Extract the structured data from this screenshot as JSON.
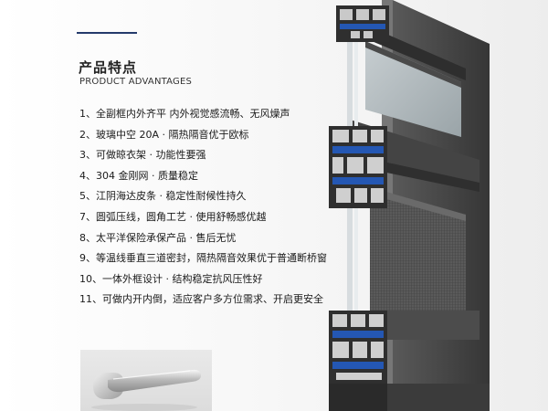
{
  "section": {
    "title_cn": "产品特点",
    "title_en": "PRODUCT ADVANTAGES"
  },
  "features": [
    "1、全副框内外齐平 内外视觉感流畅、无风燥声",
    "2、玻璃中空 20A · 隔热隔音优于欧标",
    "3、可做晾衣架 · 功能性要强",
    "4、304 金刚网 · 质量稳定",
    "5、江阴海达皮条 · 稳定性耐候性持久",
    "7、圆弧压线，圆角工艺 · 使用舒畅感优越",
    "8、太平洋保险承保产品 · 售后无忧",
    "9、等温线垂直三道密封，隔热隔音效果优于普通断桥窗",
    "10、一体外框设计 · 结构稳定抗风压性好",
    "11、可做内开内倒，适应客户多方位需求、开启更安全"
  ],
  "colors": {
    "accent_rule": "#243a6b",
    "frame_dark": "#3a3a3a",
    "frame_mid": "#5a5a5a",
    "aluminum": "#c8c8c8",
    "insulation_strip": "#2457b3",
    "background": "#f4f4f4"
  },
  "images": {
    "profile": "window-frame-profile-cross-section",
    "handle": "window-handle-photo"
  }
}
